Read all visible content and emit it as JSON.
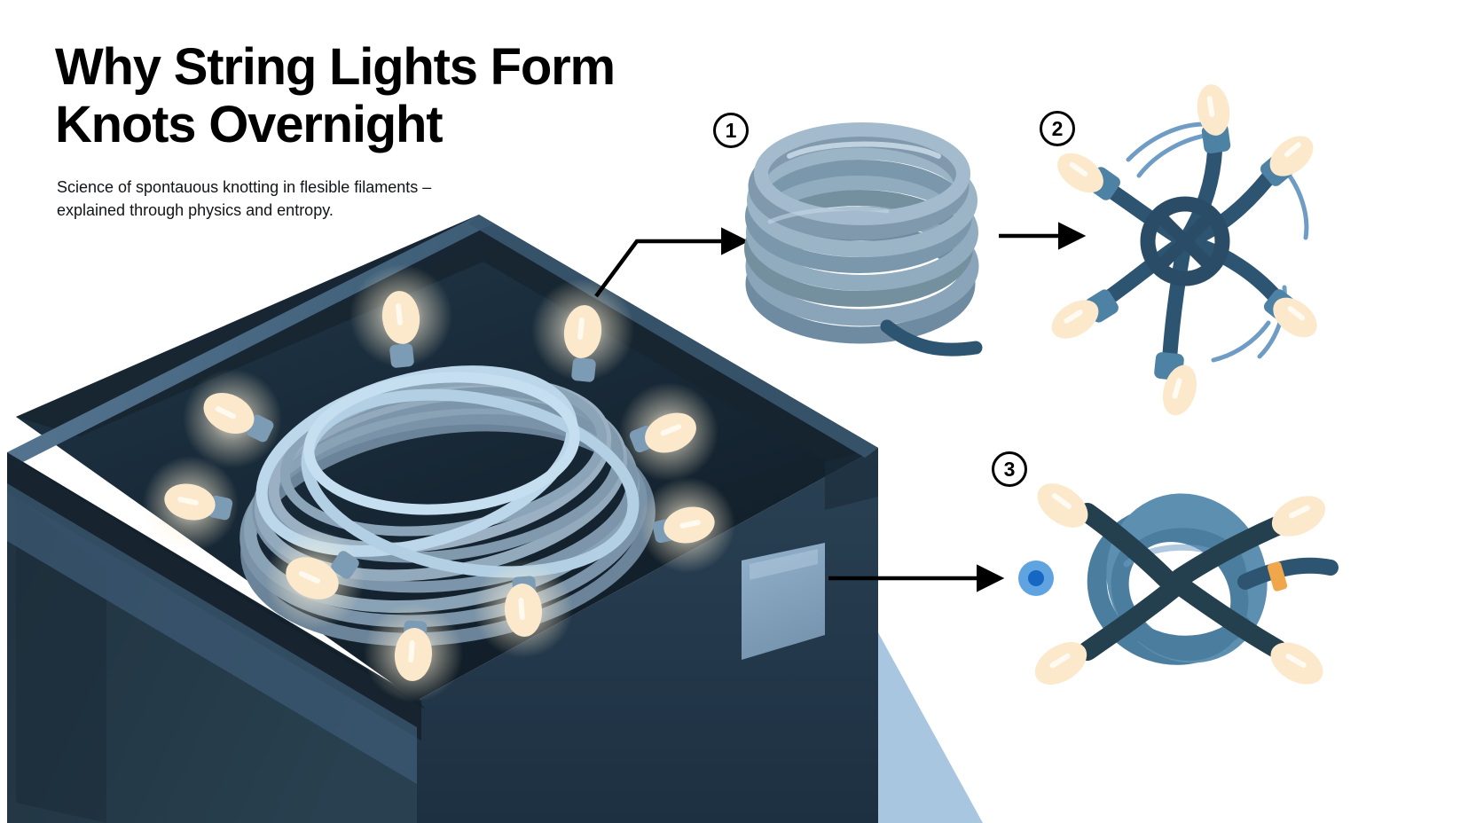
{
  "header": {
    "title": "Why String Lights Form\nKnots Overnight",
    "subtitle": "Science of spontauous knotting in flesible filaments –\nexplained through physics and entropy."
  },
  "steps": [
    {
      "number": "1",
      "marker": "①",
      "name": "coiled-bundle"
    },
    {
      "number": "2",
      "marker": "②",
      "name": "loose-tangle"
    },
    {
      "number": "3",
      "marker": "③",
      "name": "tight-knot"
    }
  ],
  "colors": {
    "background": "#ffffff",
    "box_outer": "#223749",
    "box_front": "#24394b",
    "box_interior": "#16242f",
    "box_rim": "#4a6782",
    "box_lid_top": "#2c4257",
    "label_patch": "#8fadc9",
    "floor_shadow": "#a9c6e0",
    "cord_light": "#bcd7ea",
    "cord_mid": "#8fa9bd",
    "cord_dark": "#7189a0",
    "bulb": "#fce9cc",
    "bulb_glow": "#fff6e2",
    "socket": "#7c9cb5",
    "knot_cord_dark": "#2d5571",
    "knot_cord_mid": "#4a7d9e",
    "knot_cord_light": "#5d8fb0",
    "socket_dark": "#24404f",
    "motion_arc": "#6f9cc4",
    "accent_orange": "#f0a64a",
    "dot_outer": "#5fa3e0",
    "dot_inner": "#1667c4",
    "arrow": "#000000",
    "text": "#000000"
  }
}
